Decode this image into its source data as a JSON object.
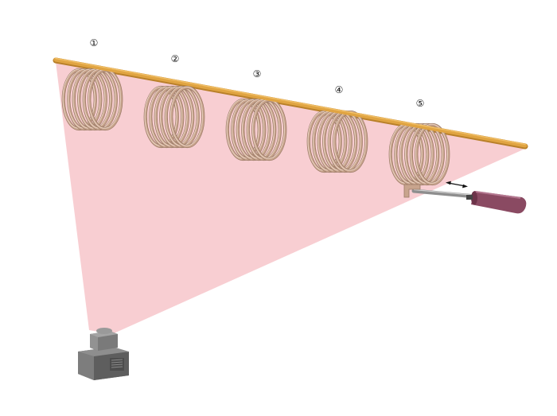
{
  "colors": {
    "background": "#ffffff",
    "scan_field": "#f7c9cd",
    "rod": "#e0a442",
    "rod_dark": "#b9802a",
    "coil": "#c8a48d",
    "coil_highlight": "#ecd6c6",
    "coil_shadow": "#9a7a66",
    "sensor_body": "#6f6f6f",
    "sensor_top": "#8c8c8c",
    "probe_handle": "#8a4a62",
    "probe_rod": "#9a9a9a"
  },
  "coils": [
    {
      "label": "①",
      "icon": "coil-icon"
    },
    {
      "label": "②",
      "icon": "coil-icon"
    },
    {
      "label": "③",
      "icon": "coil-icon"
    },
    {
      "label": "④",
      "icon": "coil-icon"
    },
    {
      "label": "⑤",
      "icon": "coil-icon"
    }
  ],
  "icons": {
    "sensor": "laser-scanner-icon",
    "probe": "probe-icon",
    "arrow": "double-arrow-icon"
  }
}
